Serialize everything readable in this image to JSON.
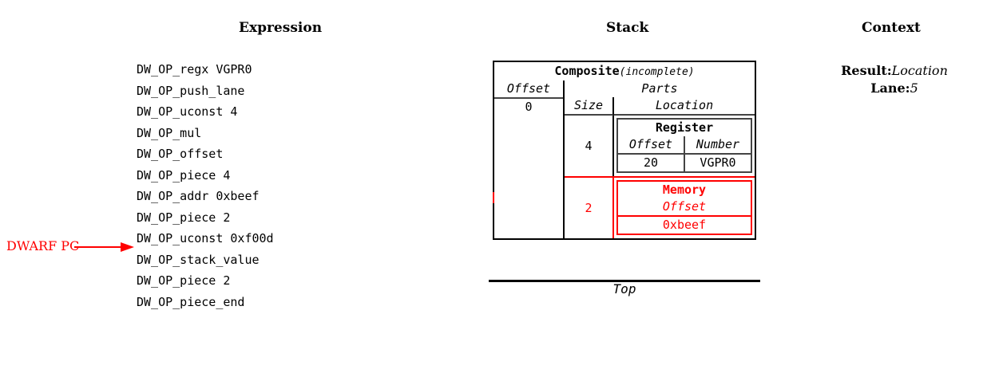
{
  "columns": {
    "expression_title": "Expression",
    "stack_title": "Stack",
    "context_title": "Context"
  },
  "expression": {
    "lines": [
      "DW_OP_regx VGPR0",
      "DW_OP_push_lane",
      "DW_OP_uconst 4",
      "DW_OP_mul",
      "DW_OP_offset",
      "DW_OP_piece 4",
      "DW_OP_addr 0xbeef",
      "DW_OP_piece 2",
      "DW_OP_uconst 0xf00d",
      "DW_OP_stack_value",
      "DW_OP_piece 2",
      "DW_OP_piece_end"
    ],
    "pc_marker": {
      "label": "DWARF PC",
      "points_to_line_index": 8,
      "color": "#ff0000"
    }
  },
  "stack": {
    "entry": {
      "kind": "Composite",
      "qualifier": "(incomplete)",
      "offset_header": "Offset",
      "offset_value": "0",
      "parts_header": "Parts",
      "size_header": "Size",
      "location_header": "Location",
      "parts": [
        {
          "size": "4",
          "color": "#000000",
          "location": {
            "title": "Register",
            "fields": [
              "Offset",
              "Number"
            ],
            "values": [
              "20",
              "VGPR0"
            ]
          }
        },
        {
          "size": "2",
          "color": "#ff0000",
          "location": {
            "title": "Memory",
            "fields": [
              "Offset"
            ],
            "values": [
              "0xbeef"
            ]
          }
        }
      ]
    },
    "top_label": "Top"
  },
  "context": {
    "entries": [
      {
        "key": "Result:",
        "value": "Location"
      },
      {
        "key": "Lane:",
        "value": "5"
      }
    ]
  }
}
